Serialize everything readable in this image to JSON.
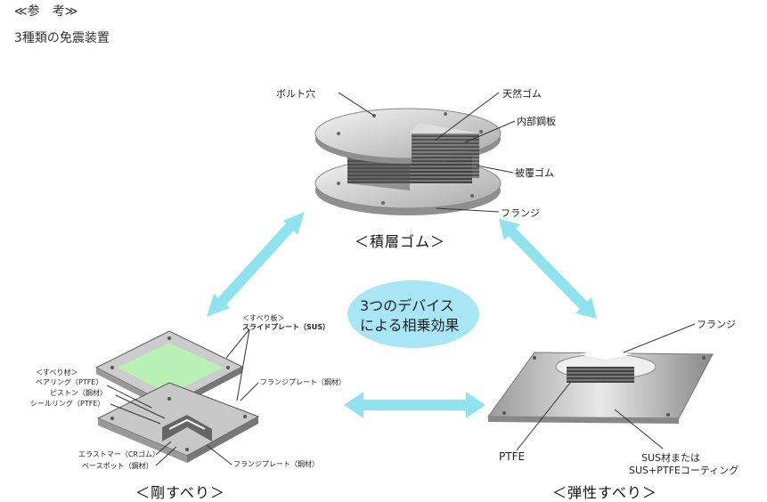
{
  "header": {
    "reference": "≪参　考≫",
    "subtitle": "3種類の免震装置"
  },
  "center": {
    "line1": "3つのデバイス",
    "line2": "による相乗効果"
  },
  "laminated_rubber": {
    "caption": "＜積層ゴム＞",
    "bolt_hole": "ボルト穴",
    "natural_rubber": "天然ゴム",
    "inner_steel_plate": "内部鋼板",
    "cover_rubber": "被覆ゴム",
    "flange": "フランジ"
  },
  "rigid_slide": {
    "caption": "＜剛すべり＞",
    "slide_plate_note": "＜すべり板＞",
    "slide_plate": "スライドプレート（SUS）",
    "slide_material_note": "＜すべり材＞",
    "bearing": "ベアリング（PTFE）",
    "piston": "ピストン（鋼材）",
    "seal_ring": "シールリング（PTFE）",
    "flange_plate_upper": "フランジプレート（鋼材）",
    "elastomer": "エラストマー（CRゴム）",
    "base_pot": "ベースポット（鋼材）",
    "flange_plate_lower": "フランジプレート（鋼材）"
  },
  "elastic_slide": {
    "caption": "＜弾性すべり＞",
    "flange": "フランジ",
    "ptfe": "PTFE",
    "sus_line1": "SUS材または",
    "sus_line2": "SUS+PTFEコーティング"
  },
  "colors": {
    "arrow": "#8ee3ee",
    "bubble": "#a8e6f5",
    "green_plate": "#b9f0b5"
  }
}
